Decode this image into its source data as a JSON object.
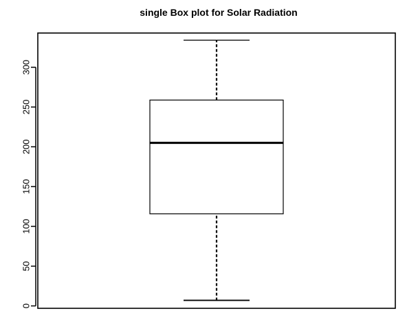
{
  "chart_data": {
    "type": "box",
    "title": "single Box plot for Solar Radiation",
    "xlabel": "",
    "ylabel": "",
    "ylim": [
      -3,
      343
    ],
    "yticks": [
      0,
      50,
      100,
      150,
      200,
      250,
      300
    ],
    "ytick_labels": [
      "0",
      "50",
      "100",
      "150",
      "200",
      "250",
      "300"
    ],
    "grid": false,
    "legend": "none",
    "series": [
      {
        "min": 7,
        "q1": 115.75,
        "median": 205,
        "q3": 258.75,
        "max": 334,
        "outliers": []
      }
    ],
    "colors": {
      "box_fill": "#ffffff",
      "line": "#000000"
    }
  }
}
